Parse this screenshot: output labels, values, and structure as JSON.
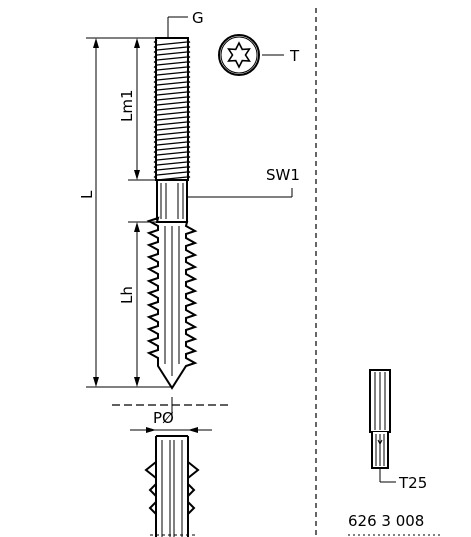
{
  "labels": {
    "g": "G",
    "t": "T",
    "lm1": "Lm1",
    "sw1": "SW1",
    "l": "L",
    "lh": "Lh",
    "p_diameter": "PØ",
    "t25": "T25",
    "article_number": "626 3 008"
  }
}
